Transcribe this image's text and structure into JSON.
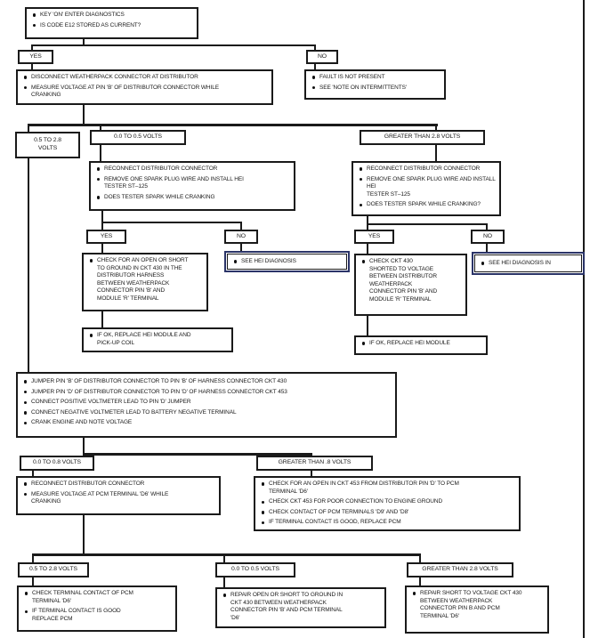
{
  "colors": {
    "highlight_border": "#2b3468",
    "line": "#1a1a1a"
  },
  "nodes": {
    "start": {
      "bullets": [
        "KEY 'ON' ENTER DIAGNOSTICS",
        "IS CODE E12 STORED AS CURRENT?"
      ]
    },
    "yes1": {
      "label": "YES"
    },
    "no1": {
      "label": "NO"
    },
    "disconnect_measure": {
      "bullets": [
        "DISCONNECT WEATHERPACK CONNECTOR AT DISTRIBUTOR",
        "MEASURE VOLTAGE AT PIN 'B' OF DISTRIBUTOR CONNECTOR WHILE\nCRANKING"
      ]
    },
    "fault_not_present": {
      "bullets": [
        "FAULT IS NOT PRESENT",
        "SEE 'NOTE ON INTERMITTENTS'"
      ]
    },
    "volts_mid_1": {
      "label": "0.5 TO 2.8\nVOLTS"
    },
    "volts_low_1": {
      "label": "0.0 TO 0.5 VOLTS"
    },
    "volts_high_1": {
      "label": "GREATER THAN 2.8 VOLTS"
    },
    "spark_test_left": {
      "bullets": [
        "RECONNECT DISTRIBUTOR CONNECTOR",
        "REMOVE ONE SPARK PLUG WIRE AND INSTALL HEI\nTESTER ST–125",
        "DOES TESTER SPARK WHILE CRANKING"
      ]
    },
    "spark_test_right": {
      "bullets": [
        "RECONNECT DISTRIBUTOR CONNECTOR",
        "REMOVE ONE SPARK PLUG WIRE AND INSTALL HEI\nTESTER ST–125",
        "DOES TESTER SPARK WHILE CRANKING?"
      ]
    },
    "yes2": {
      "label": "YES"
    },
    "no2": {
      "label": "NO"
    },
    "yes3": {
      "label": "YES"
    },
    "no3": {
      "label": "NO"
    },
    "check_open_short": {
      "bullets": [
        "CHECK FOR AN OPEN OR SHORT\nTO GROUND IN CKT 430 IN THE\nDISTRIBUTOR HARNESS\nBETWEEN WEATHERPACK\nCONNECTOR PIN 'B' AND\nMODULE 'R' TERMINAL"
      ]
    },
    "see_hei_diagnosis": {
      "bullets": [
        "SEE HEI DIAGNOSIS"
      ]
    },
    "replace_module_coil": {
      "bullets": [
        "IF OK, REPLACE HEI MODULE AND\nPICK-UP COIL"
      ]
    },
    "check_short_voltage": {
      "bullets": [
        "CHECK CKT 430\nSHORTED TO VOLTAGE\nBETWEEN DISTRIBUTOR\nWEATHERPACK\nCONNECTOR PIN 'B' AND\nMODULE 'R' TERMINAL"
      ]
    },
    "see_hei_diagnosis_in": {
      "bullets": [
        "SEE HEI DIAGNOSIS IN"
      ]
    },
    "replace_module": {
      "bullets": [
        "IF OK, REPLACE HEI MODULE"
      ]
    },
    "jumper_setup": {
      "bullets": [
        "JUMPER PIN 'B' OF DISTRIBUTOR CONNECTOR TO PIN 'B' OF HARNESS CONNECTOR CKT 430",
        "JUMPER PIN 'D' OF DISTRIBUTOR CONNECTOR TO PIN 'D' OF HARNESS CONNECTOR CKT 453",
        "CONNECT POSITIVE VOLTMETER LEAD TO PIN 'D' JUMPER",
        "CONNECT NEGATIVE VOLTMETER LEAD TO BATTERY NEGATIVE TERMINAL",
        "CRANK ENGINE AND NOTE VOLTAGE"
      ]
    },
    "volts_low_2": {
      "label": "0.0 TO 0.8 VOLTS"
    },
    "volts_high_2": {
      "label": "GREATER THAN .8 VOLTS"
    },
    "measure_pcm": {
      "bullets": [
        "RECONNECT DISTRIBUTOR CONNECTOR",
        "MEASURE VOLTAGE AT PCM TERMINAL 'D6' WHILE\nCRANKING"
      ]
    },
    "check_ckt453": {
      "bullets": [
        "CHECK FOR AN OPEN IN CKT 453 FROM DISTRIBUTOR PIN 'D' TO PCM\nTERMINAL 'D6'",
        "CHECK CKT 453 FOR POOR CONNECTION TO ENGINE GROUND",
        "CHECK CONTACT OF PCM TERMINALS 'D9' AND 'D8'",
        "IF TERMINAL CONTACT IS GOOD,  REPLACE PCM"
      ]
    },
    "volts_mid_3": {
      "label": "0.5 TO 2.8 VOLTS"
    },
    "volts_low_3": {
      "label": "0.0 TO 0.5 VOLTS"
    },
    "volts_high_3": {
      "label": "GREATER THAN 2.8 VOLTS"
    },
    "check_pcm_contact": {
      "bullets": [
        "CHECK TERMINAL CONTACT OF PCM\nTERMINAL 'D6'",
        "IF TERMINAL CONTACT IS GOOD\nREPLACE PCM"
      ]
    },
    "repair_open_short": {
      "bullets": [
        "REPAIR OPEN OR SHORT TO GROUND IN\nCKT 430 BETWEEN WEATHERPACK\nCONNECTOR PIN 'B' AND PCM TERMINAL\n'D6'"
      ]
    },
    "repair_short_voltage": {
      "bullets": [
        "REPAIR SHORT TO VOLTAGE CKT 430\nBETWEEN WEATHERPACK\nCONNECTOR PIN B AND PCM\nTERMINAL 'D6'"
      ]
    }
  }
}
